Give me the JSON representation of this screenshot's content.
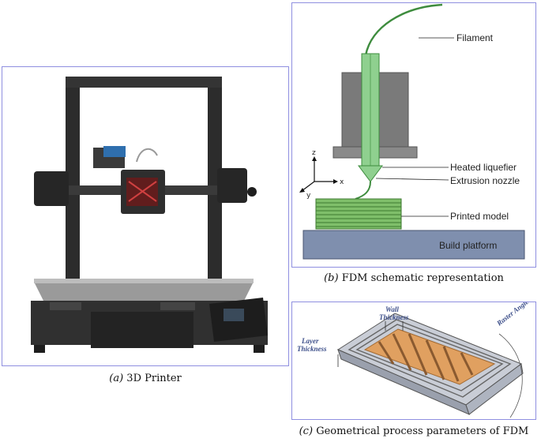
{
  "captions": {
    "a": {
      "tag": "(a)",
      "text": "3D Printer"
    },
    "b": {
      "tag": "(b)",
      "text": "FDM schematic representation"
    },
    "c": {
      "tag": "(c)",
      "text": "Geometrical process parameters of FDM"
    }
  },
  "schematic": {
    "filament": "Filament",
    "heated_liquefier": "Heated liquefier",
    "extrusion_nozzle": "Extrusion nozzle",
    "printed_model": "Printed model",
    "build_platform": "Build platform",
    "axis_z": "z",
    "axis_x": "x",
    "axis_y": "y"
  },
  "parameters": {
    "wall": [
      "Wall",
      "Thickness"
    ],
    "layer": [
      "Layer",
      "Thickness"
    ],
    "raster": [
      "Raster Angle"
    ]
  },
  "colors": {
    "panel_border": "#8f8fe0",
    "filament": "#3e8c3e",
    "nozzle": "#8fd08f",
    "block": "#7a7a7a",
    "platform": "#7f8fae",
    "model": "#7fbf6a",
    "infill": "#e0a060"
  }
}
